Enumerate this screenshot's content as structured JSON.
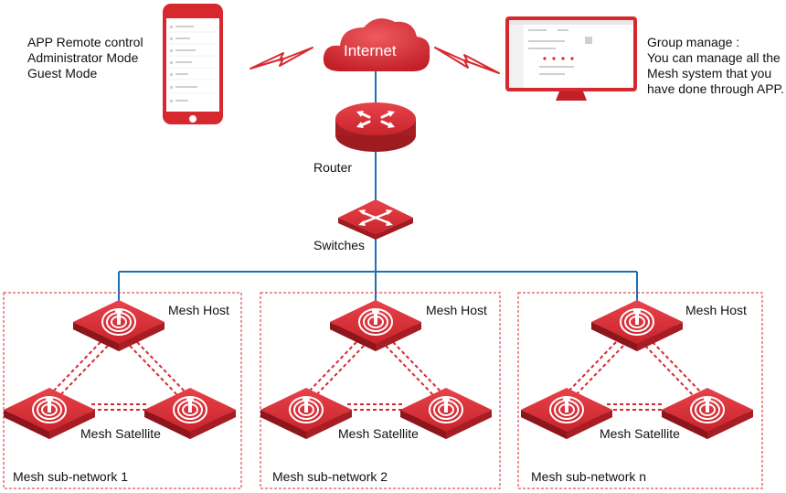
{
  "app_text": {
    "line1": "APP Remote control",
    "line2": "Administrator Mode",
    "line3": "Guest Mode"
  },
  "group_text": {
    "line1": "Group manage :",
    "line2": "You can manage all the",
    "line3": "Mesh system that you",
    "line4": "have done through APP."
  },
  "internet_label": "Internet",
  "router_label": "Router",
  "switches_label": "Switches",
  "subnetworks": [
    {
      "host_label": "Mesh Host",
      "satellite_label": "Mesh Satellite",
      "name": "Mesh sub-network 1"
    },
    {
      "host_label": "Mesh Host",
      "satellite_label": "Mesh Satellite",
      "name": "Mesh sub-network 2"
    },
    {
      "host_label": "Mesh Host",
      "satellite_label": "Mesh Satellite",
      "name": "Mesh sub-network n"
    }
  ],
  "colors": {
    "brand_red": "#d7282f",
    "dark_red": "#9e1b20",
    "link_blue": "#1f6fb4",
    "dash_red": "#d7282f",
    "box_border": "#d7282f"
  }
}
